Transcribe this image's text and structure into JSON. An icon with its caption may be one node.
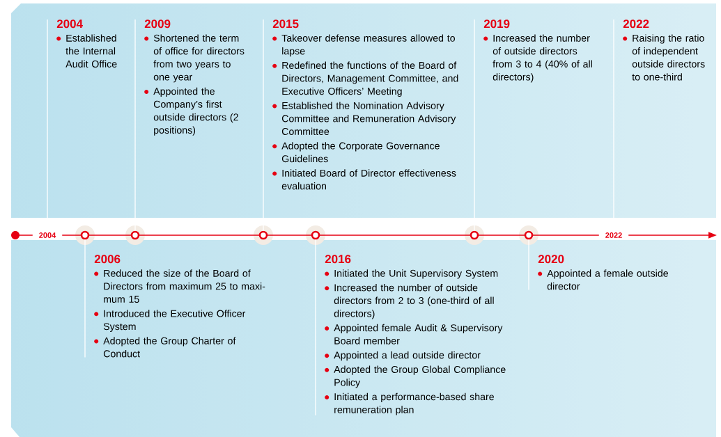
{
  "diagram": {
    "nodes": [
      {
        "text": [
          "2004",
          "Established the Internal Audit Office"
        ]
      },
      {
        "text": [
          "2009",
          "Shortened the term of office for directors from two years to one year",
          "Appointed the Company’s first outside directors (2 positions)"
        ]
      },
      {
        "text": [
          "2015",
          "Takeover defense measures allowed to lapse",
          "Redefined the functions of the Board of Directors, Management Committee, and Executive Officers’ Meeting",
          "Established the Nomination Advisory Committee and Remuneration Advisory Committee",
          "Adopted the Corporate Governance Guidelines",
          "Initiated Board of Director effectiveness evaluation"
        ]
      },
      {
        "text": [
          "2019",
          "Increased the number of outside directors from 3 to 4 (40% of all directors)"
        ]
      },
      {
        "text": [
          "2022",
          "Raising the ratio of independent outside directors to one-third"
        ]
      },
      {
        "text": [
          "2004"
        ]
      },
      {
        "text": [],
        "shape": "circle"
      },
      {
        "text": [],
        "shape": "circle"
      },
      {
        "text": [],
        "shape": "circle"
      },
      {
        "text": [],
        "shape": "circle"
      },
      {
        "text": [],
        "shape": "circle"
      },
      {
        "text": [],
        "shape": "circle"
      },
      {
        "text": [
          "2022"
        ]
      },
      {
        "text": [
          "2006",
          "Reduced the size of the Board of Directors from maximum 25 to maxi- mum 15",
          "Introduced the Executive Officer System",
          "Adopted the Group Charter of Conduct"
        ]
      },
      {
        "text": [
          "2016",
          "Initiated the Unit Supervisory System",
          "Increased the number of outside directors from 2 to 3 (one-third of all directors)",
          "Appointed female Audit & Supervisory Board member",
          "Appointed a lead outside director",
          "Adopted the Group Global Compliance Policy",
          "Initiated a performance-based share remuneration plan"
        ]
      },
      {
        "text": [
          "2020",
          "Appointed a female outside director"
        ]
      }
    ],
    "edges": [
      {
        "from": 5,
        "to": 0,
        "arrow": "none"
      },
      {
        "from": 7,
        "to": 1,
        "arrow": "none"
      },
      {
        "from": 8,
        "to": 2,
        "arrow": "none"
      },
      {
        "from": 10,
        "to": 3,
        "arrow": "none"
      },
      {
        "from": 12,
        "to": 4,
        "arrow": "none"
      },
      {
        "from": 6,
        "to": 13,
        "arrow": "none"
      },
      {
        "from": 9,
        "to": 14,
        "arrow": "none"
      },
      {
        "from": 11,
        "to": 15,
        "arrow": "none"
      }
    ]
  }
}
